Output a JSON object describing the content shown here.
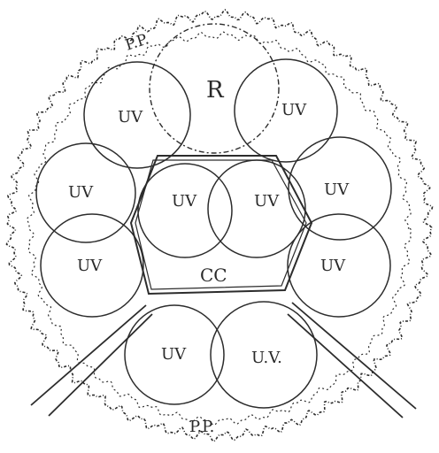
{
  "diagram": {
    "labels": {
      "pp_top": "P.P.",
      "r": "R",
      "pp_bottom": "P.P."
    },
    "circles": [
      {
        "label": "UV",
        "dashed": false
      },
      {
        "label": "UV",
        "dashed": false
      },
      {
        "label": "UV",
        "dashed": false
      },
      {
        "label": "UV",
        "dashed": false
      },
      {
        "label": "UV",
        "dashed": false
      },
      {
        "label": "UV",
        "dashed": false
      },
      {
        "label": "UV",
        "dashed": false
      },
      {
        "label": "UV",
        "dashed": false
      },
      {
        "label": "UV",
        "dashed": false
      },
      {
        "label": "U.V.",
        "dashed": false
      }
    ],
    "hexagon_label": "CC",
    "colors": {
      "ink": "#2c2c2c",
      "background": "#ffffff"
    }
  }
}
